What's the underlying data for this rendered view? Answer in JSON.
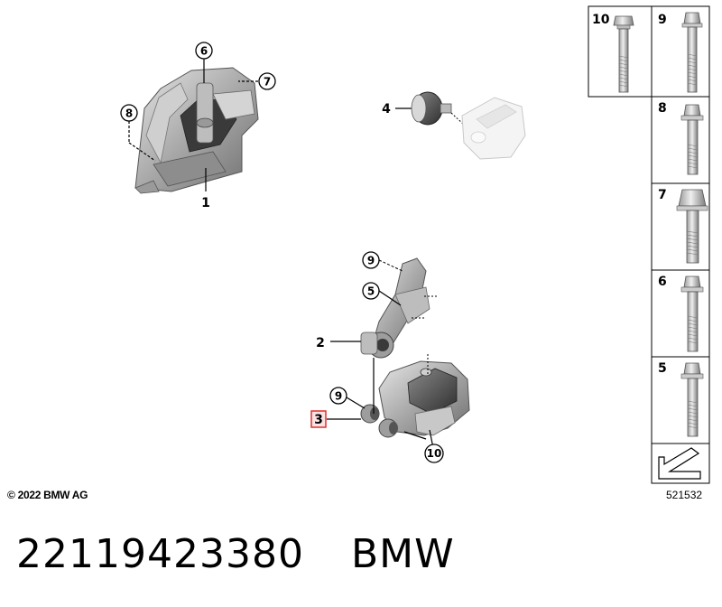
{
  "copyright": "© 2022 BMW AG",
  "diagram_id": "521532",
  "part_number": "22119423380",
  "brand": "BMW",
  "highlight_color": "#e0302f",
  "callouts": {
    "c1": "1",
    "c2": "2",
    "c3": "3",
    "c4": "4",
    "c5": "5",
    "c6": "6",
    "c7": "7",
    "c8": "8",
    "c9a": "9",
    "c9b": "9",
    "c10": "10"
  },
  "legend": {
    "b10": "10",
    "b9": "9",
    "b8": "8",
    "b7": "7",
    "b6": "6",
    "b5": "5"
  },
  "icons": [
    "engine-mount-part-1",
    "rubber-mount-part-4",
    "bracket-part-2",
    "mount-part-3",
    "bolt-icon",
    "arrow-continuation-icon"
  ]
}
